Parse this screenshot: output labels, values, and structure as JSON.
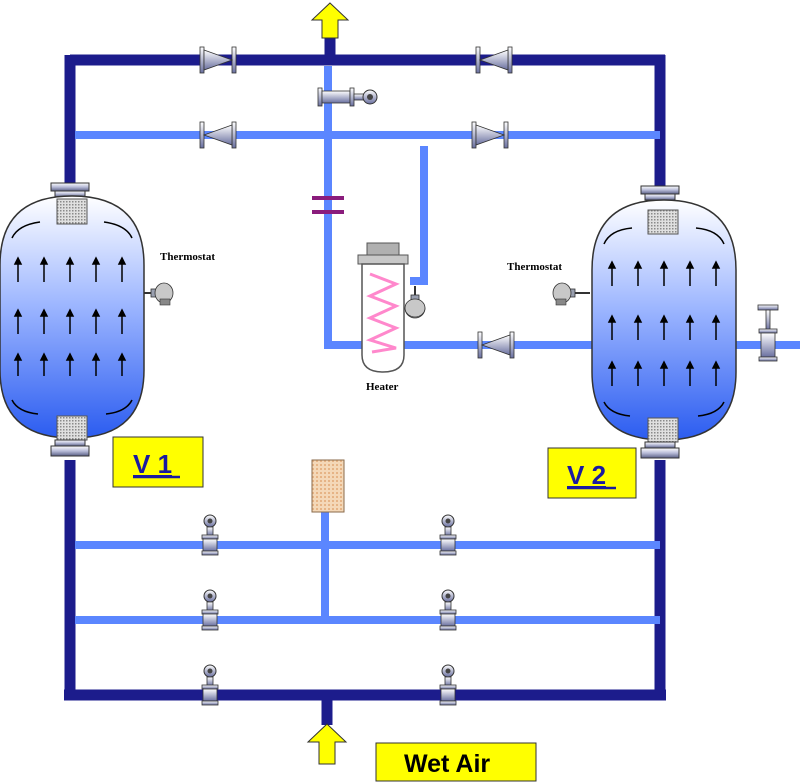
{
  "labels": {
    "thermostat_left": "Thermostat",
    "thermostat_right": "Thermostat",
    "heater": "Heater",
    "vessel_1": "V 1",
    "vessel_2": "V 2",
    "inlet": "Wet Air"
  },
  "colors": {
    "main_pipe": "#1c1c8c",
    "regen_pipe": "#5b86ff",
    "vessel_top": "#ffffff",
    "vessel_bottom": "#2b5cf0",
    "arrow_fill": "#ffff00",
    "label_box": "#ffff00",
    "heater_coil": "#ff88cc",
    "orifice": "#8a1c7c",
    "filter_box": "#f2cfa8"
  },
  "icons": [
    "up-arrow-icon",
    "check-valve-icon",
    "butterfly-valve-icon",
    "thermostat-icon",
    "orifice-plate-icon",
    "heater-icon",
    "flow-arrow-icon"
  ]
}
